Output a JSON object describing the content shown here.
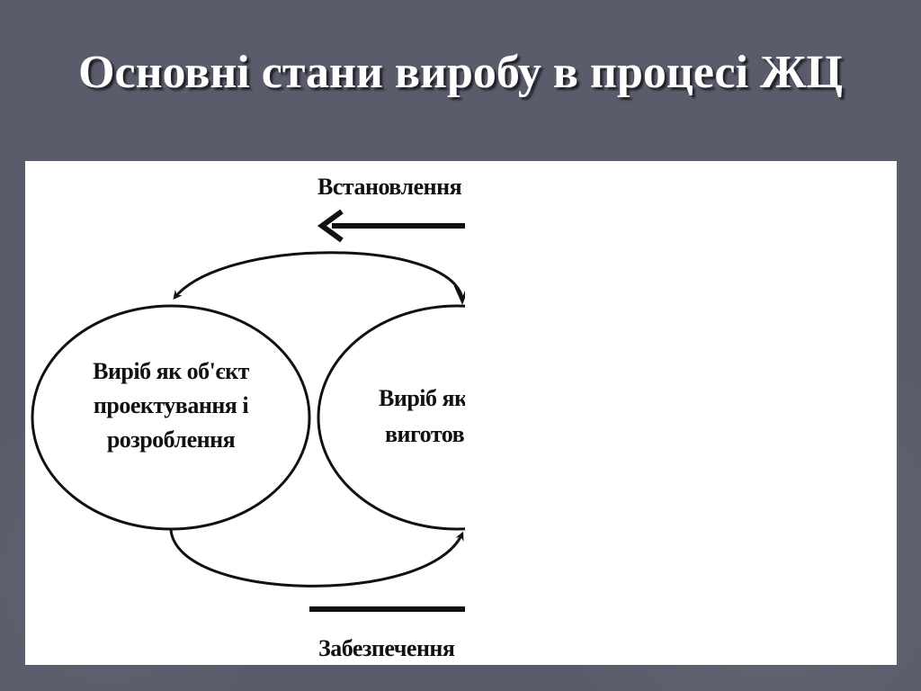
{
  "slide": {
    "title": "Основні стани виробу в процесі ЖЦ"
  },
  "diagram": {
    "top_label": "Встановлення",
    "bottom_label": "Забезпечення",
    "left_circle": {
      "lines": [
        "Виріб як об'єкт",
        "проектування і",
        "розроблення"
      ]
    },
    "right_circle": {
      "lines": [
        "Виріб як",
        "виготов"
      ]
    }
  }
}
